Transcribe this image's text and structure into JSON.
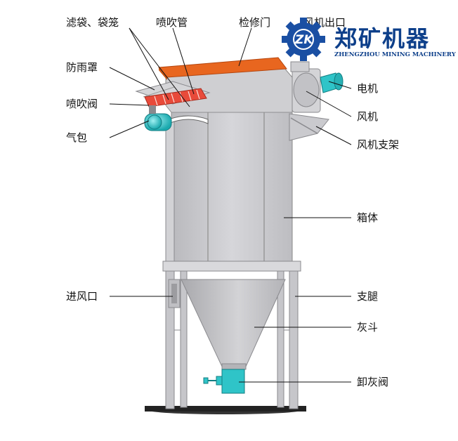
{
  "brand": {
    "logo_text": "ZK",
    "name_cn": "郑矿机器",
    "name_en": "ZHENGZHOU MINING MACHINERY",
    "logo_color": "#1a4fa3"
  },
  "colors": {
    "body": "#c9c9cc",
    "door": "#e8661f",
    "accent": "#2fc4c8",
    "manifold": "#e84a3a"
  },
  "labels": {
    "filter_bag_cage": "滤袋、袋笼",
    "blow_pipe": "喷吹管",
    "access_door": "检修门",
    "fan_outlet": "风机出口",
    "rain_cover": "防雨罩",
    "pulse_valve": "喷吹阀",
    "air_bag": "气包",
    "motor": "电机",
    "fan": "风机",
    "fan_bracket": "风机支架",
    "housing": "箱体",
    "air_inlet": "进风口",
    "legs": "支腿",
    "ash_hopper": "灰斗",
    "discharge_valve": "卸灰阀"
  }
}
